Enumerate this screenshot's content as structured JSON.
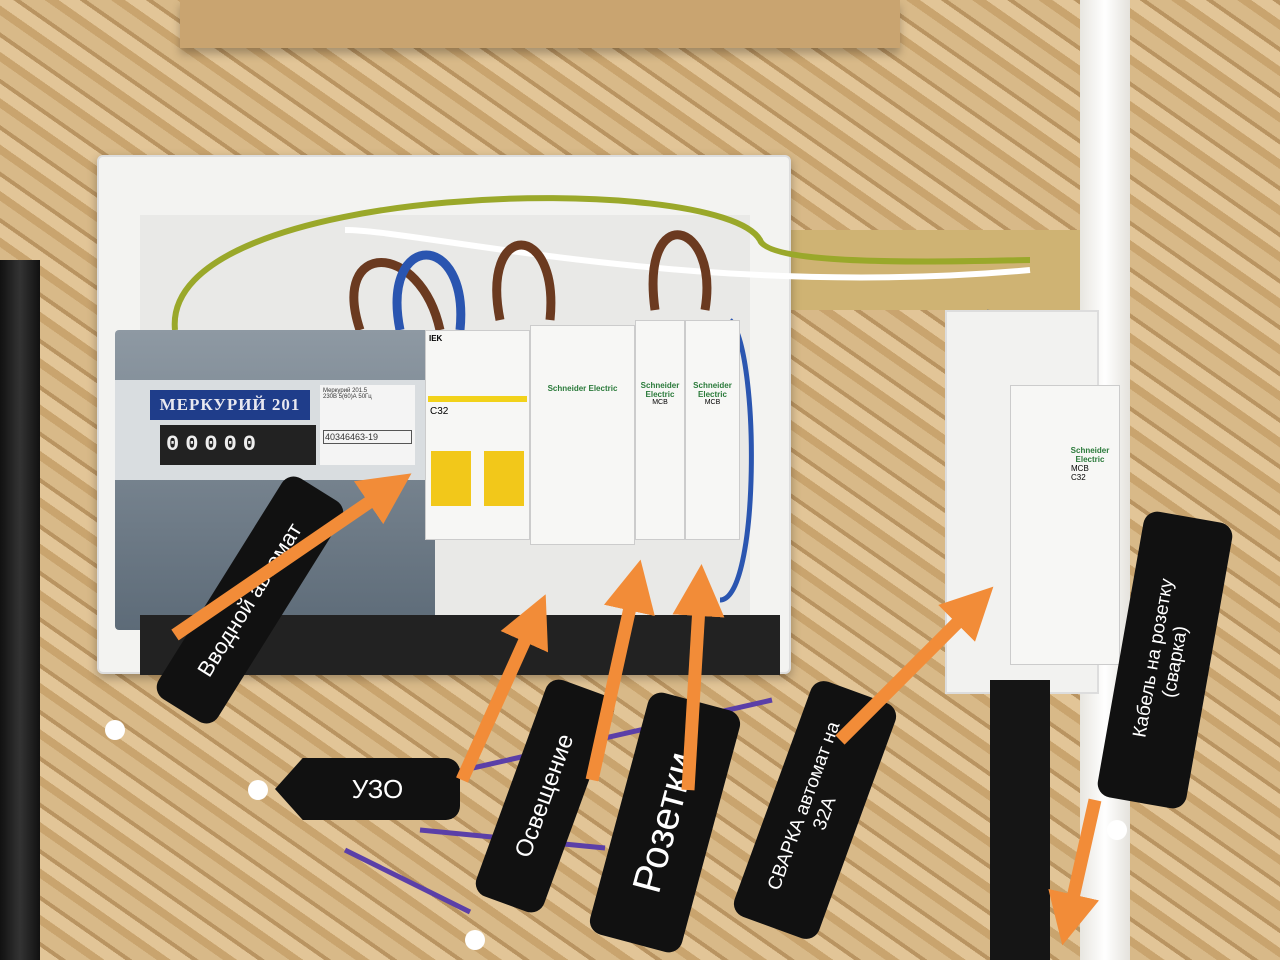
{
  "meter": {
    "brand": "МЕРКУРИЙ 201",
    "reading": "00000",
    "model": "Меркурий 201.5",
    "specs": "230В 5(60)А 50Гц",
    "serial": "40346463-19"
  },
  "main_breaker": {
    "brand": "IEK",
    "rating": "C32"
  },
  "rcd": {
    "brand": "Schneider Electric"
  },
  "mcbs": [
    {
      "brand": "Schneider Electric",
      "type": "MCB"
    },
    {
      "brand": "Schneider Electric",
      "type": "MCB"
    }
  ],
  "welding_breaker": {
    "brand": "Schneider Electric",
    "type": "MCB",
    "rating": "C32"
  },
  "annotations": {
    "main": "Вводной автомат",
    "rcd": "УЗО",
    "lighting": "Освещение",
    "sockets": "Розетки",
    "welding": "СВАРКА автомат на 32А",
    "cable": "Кабель на розетку (сварка)"
  },
  "colors": {
    "arrow": "#f28c38",
    "line": "#5b3fa8",
    "tag": "#111111"
  }
}
